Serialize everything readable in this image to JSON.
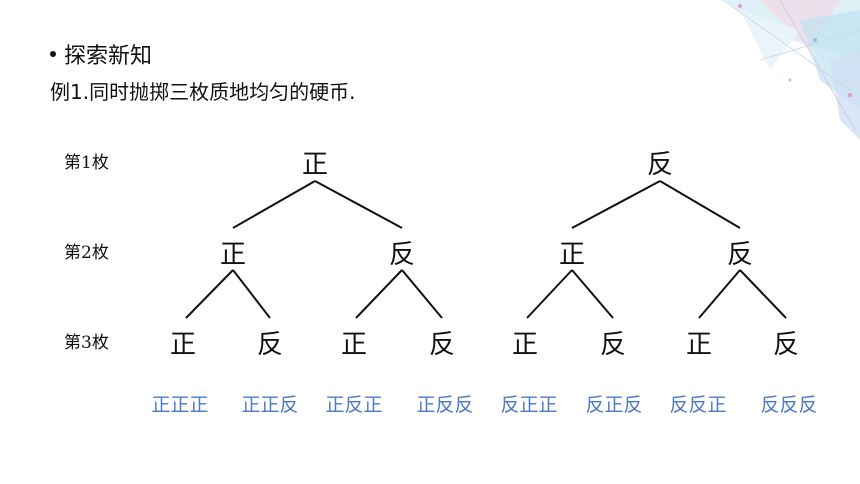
{
  "header": {
    "title": "探索新知",
    "example": "例1.同时抛掷三枚质地均匀的硬币."
  },
  "tree": {
    "row_labels": [
      "第1枚",
      "第2枚",
      "第3枚"
    ],
    "level1": [
      "正",
      "反"
    ],
    "level2": [
      "正",
      "反",
      "正",
      "反"
    ],
    "level3": [
      "正",
      "反",
      "正",
      "反",
      "正",
      "反",
      "正",
      "反"
    ]
  },
  "outcomes": [
    "正正正",
    "正正反",
    "正反正",
    "正反反",
    "反正正",
    "反正反",
    "反反正",
    "反反反"
  ],
  "colors": {
    "text": "#111111",
    "outcome": "#4e79c4"
  }
}
